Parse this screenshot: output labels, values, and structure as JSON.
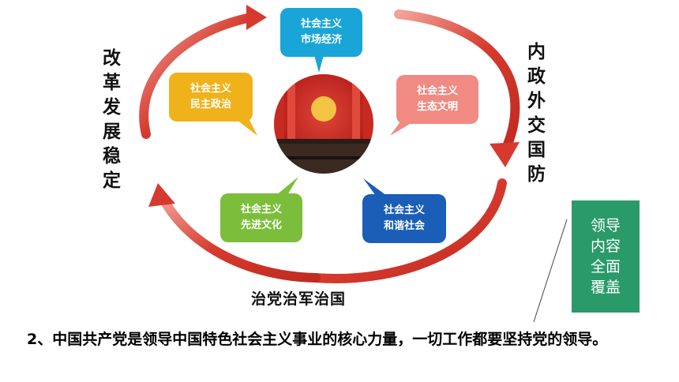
{
  "left_vertical": [
    "改",
    "革",
    "发",
    "展",
    "稳",
    "定"
  ],
  "right_vertical": [
    "内",
    "政",
    "外",
    "交",
    "国",
    "防"
  ],
  "bubbles": {
    "market": [
      "社会主义",
      "市场经济"
    ],
    "democracy": [
      "社会主义",
      "民主政治"
    ],
    "ecology": [
      "社会主义",
      "生态文明"
    ],
    "culture": [
      "社会主义",
      "先进文化"
    ],
    "harmony": [
      "社会主义",
      "和谐社会"
    ]
  },
  "bottom_label": "治党治军治国",
  "coverage_box": [
    "领导",
    "内容",
    "全面",
    "覆盖"
  ],
  "statement": "2、中国共产党是领导中国特色社会主义事业的核心力量，一切工作都要坚持党的领导。",
  "colors": {
    "arrow_red": "#d63a2e",
    "market": "#1aa5d8",
    "democracy": "#f0b21a",
    "ecology": "#f08a82",
    "culture": "#7cbd3b",
    "harmony": "#1a5eb8",
    "coverage": "#2a9a6a"
  }
}
